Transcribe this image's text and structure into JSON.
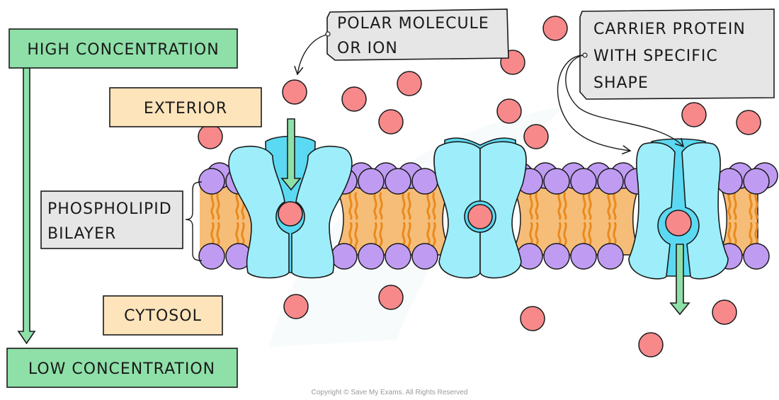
{
  "labels": {
    "high_concentration": "HIGH CONCENTRATION",
    "low_concentration": "LOW CONCENTRATION",
    "exterior": "EXTERIOR",
    "cytosol": "CYTOSOL",
    "phospholipid_line1": "PHOSPHOLIPID",
    "phospholipid_line2": "BILAYER",
    "polar_line1": "POLAR MOLECULE",
    "polar_line2": "OR ION",
    "carrier_line1": "CARRIER PROTEIN",
    "carrier_line2": "WITH SPECIFIC",
    "carrier_line3": "SHAPE"
  },
  "copyright": "Copyright © Save My Exams. All Rights Reserved",
  "colors": {
    "concentration_box": "#8ee0a8",
    "region_box": "#fde4bb",
    "callout_box": "#e6e6e6",
    "molecule": "#f7898b",
    "phosphate_head": "#bf9cf2",
    "lipid_core": "#f6bd78",
    "lipid_tail": "#e98a1c",
    "protein_light": "#9deefa",
    "protein_dark": "#5bd9f2",
    "arrow_green": "#8ee0a8"
  }
}
